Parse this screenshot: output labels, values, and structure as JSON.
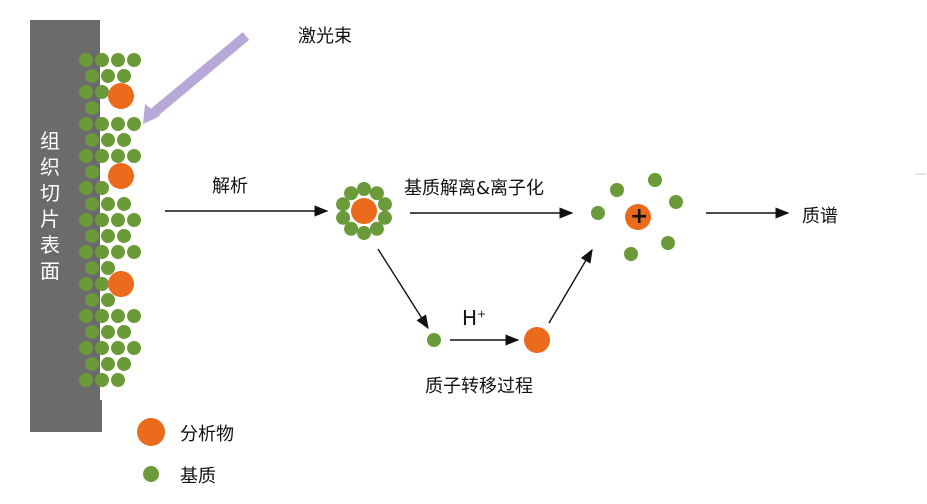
{
  "labels": {
    "laser": "激光束",
    "desorb": "解析",
    "matrix_ionize": "基质解离&离子化",
    "mass_spec": "质谱",
    "proton_h": "H",
    "proton_sup": "+",
    "proton_transfer": "质子转移过程",
    "tissue_surface": [
      "组",
      "织",
      "切",
      "片",
      "表",
      "面"
    ],
    "plus_symbol": "+"
  },
  "legend": {
    "analyte": "分析物",
    "matrix": "基质"
  },
  "colors": {
    "matrix": "#6a9a3a",
    "analyte": "#ec6a1b",
    "slide": "#6b6b6b",
    "laser": "#b8a8d8",
    "arrow": "#111111"
  }
}
